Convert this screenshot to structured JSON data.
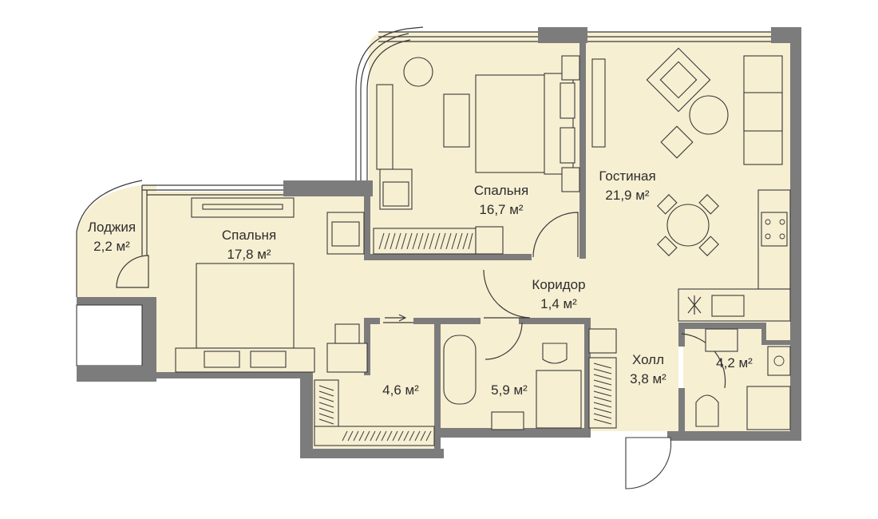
{
  "rooms": {
    "loggia": {
      "name": "Лоджия",
      "area": "2,2 м²"
    },
    "bedroom_left": {
      "name": "Спальня",
      "area": "17,8 м²"
    },
    "bedroom_top": {
      "name": "Спальня",
      "area": "16,7 м²"
    },
    "living": {
      "name": "Гостиная",
      "area": "21,9 м²"
    },
    "corridor": {
      "name": "Коридор",
      "area": "1,4 м²"
    },
    "hall": {
      "name": "Холл",
      "area": "3,8 м²"
    },
    "closet": {
      "area": "4,6 м²"
    },
    "bathroom": {
      "area": "5,9 м²"
    },
    "wc": {
      "area": "4,2 м²"
    }
  },
  "colors": {
    "floor": "#f7efd2",
    "wall": "#7c7c7c",
    "line": "#3a3a3a"
  },
  "icons": [
    "bed-icon",
    "sofa-icon",
    "armchair-icon",
    "dining-table-icon",
    "bathtub-icon",
    "toilet-icon",
    "sink-icon",
    "stove-icon",
    "door-swing-icon",
    "wardrobe-icon",
    "entrance-door-icon"
  ]
}
